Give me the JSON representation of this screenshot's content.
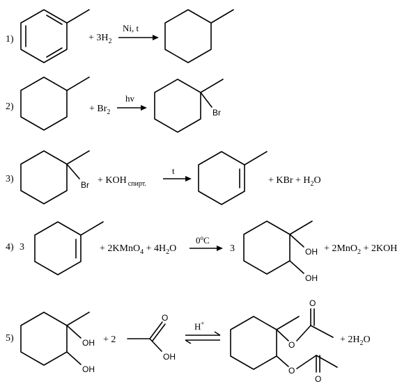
{
  "reactions": [
    {
      "number": "1)",
      "reagent": "+ 3H",
      "reagent_sub": "2",
      "condition": "Ni, t"
    },
    {
      "number": "2)",
      "reagent": "+ Br",
      "reagent_sub": "2",
      "condition": "hv",
      "product_atom": "Br"
    },
    {
      "number": "3)",
      "reactant_atom": "Br",
      "reagent": "+ KOH",
      "reagent_sub": "спирт.",
      "condition": "t",
      "byproduct_a": "+ KBr + H",
      "byproduct_sub": "2",
      "byproduct_b": "O"
    },
    {
      "number": "4)",
      "coef_left": "3",
      "reagent_a": "+ 2KMnO",
      "reagent_a_sub": "4",
      "reagent_b": " + 4H",
      "reagent_b_sub": "2",
      "reagent_b_tail": "O",
      "condition_base": "0",
      "condition_sup": "o",
      "condition_tail": "C",
      "coef_right": "3",
      "oh_top": "OH",
      "oh_bottom": "OH",
      "byproduct_a": "+ 2MnO",
      "byproduct_sub": "2",
      "byproduct_b": " + 2KOH"
    },
    {
      "number": "5)",
      "oh_top": "OH",
      "oh_bottom": "OH",
      "coef": "+ 2",
      "acid_o": "O",
      "acid_oh": "OH",
      "condition_base": "H",
      "condition_sup": "+",
      "ester_o_top": "O",
      "ester_o_mid": "O",
      "ester_o_low": "O",
      "ester_o_bottom": "O",
      "byproduct_a": "+ 2H",
      "byproduct_sub": "2",
      "byproduct_b": "O"
    }
  ]
}
